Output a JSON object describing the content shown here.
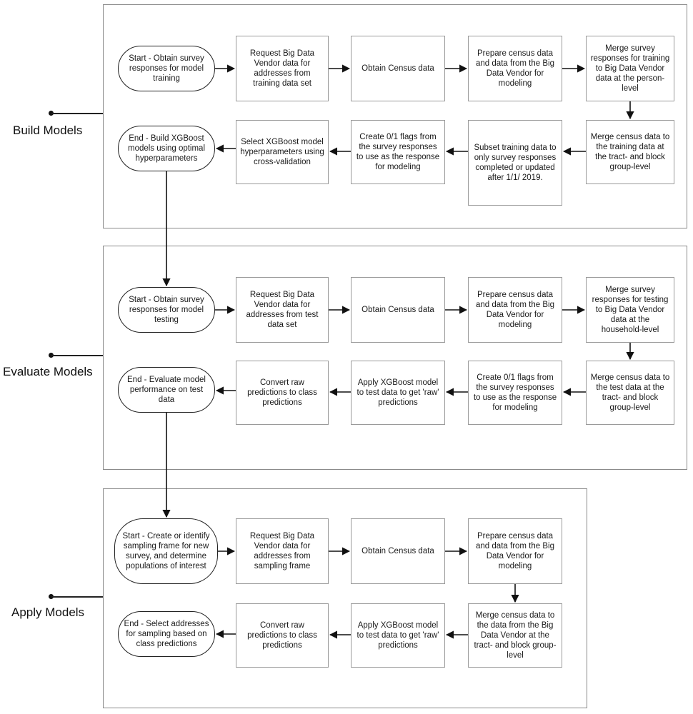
{
  "groups": {
    "build": {
      "label": "Build Models",
      "row1": [
        "Start - Obtain survey responses for model training",
        "Request Big Data Vendor data for addresses from training data set",
        "Obtain Census data",
        "Prepare census data and data from the Big Data Vendor for modeling",
        "Merge survey responses for training to Big Data Vendor data at the person-level"
      ],
      "row2": [
        "End - Build XGBoost models using optimal hyperparameters",
        "Select XGBoost model hyperparameters using cross-validation",
        "Create 0/1 flags from the survey responses to use as the response for modeling",
        "Subset training data to only survey responses completed or updated after 1/1/ 2019.",
        "Merge census data to the training data at the tract- and block group-level"
      ]
    },
    "evaluate": {
      "label": "Evaluate Models",
      "row1": [
        "Start - Obtain survey responses for model testing",
        "Request Big Data Vendor data for addresses from test data set",
        "Obtain Census data",
        "Prepare census data and data from the Big Data Vendor for modeling",
        "Merge survey responses for testing to Big Data Vendor data at the household-level"
      ],
      "row2": [
        "End - Evaluate model performance on test data",
        "Convert raw predictions to class predictions",
        "Apply XGBoost model to test data to get 'raw' predictions",
        "Create 0/1 flags from the survey responses to use as the response for modeling",
        "Merge census data to the test data at the tract- and block group-level"
      ]
    },
    "apply": {
      "label": "Apply Models",
      "row1": [
        "Start - Create or identify sampling frame for new survey, and determine populations of interest",
        "Request Big Data Vendor data for addresses from sampling frame",
        "Obtain Census data",
        "Prepare census data and data from the Big Data Vendor for modeling"
      ],
      "row2": [
        "End - Select addresses for sampling based on class predictions",
        "Convert raw predictions to class predictions",
        "Apply XGBoost model to test data to get 'raw' predictions",
        "Merge census data to the data from the Big Data Vendor at the tract- and block group-level"
      ]
    }
  }
}
